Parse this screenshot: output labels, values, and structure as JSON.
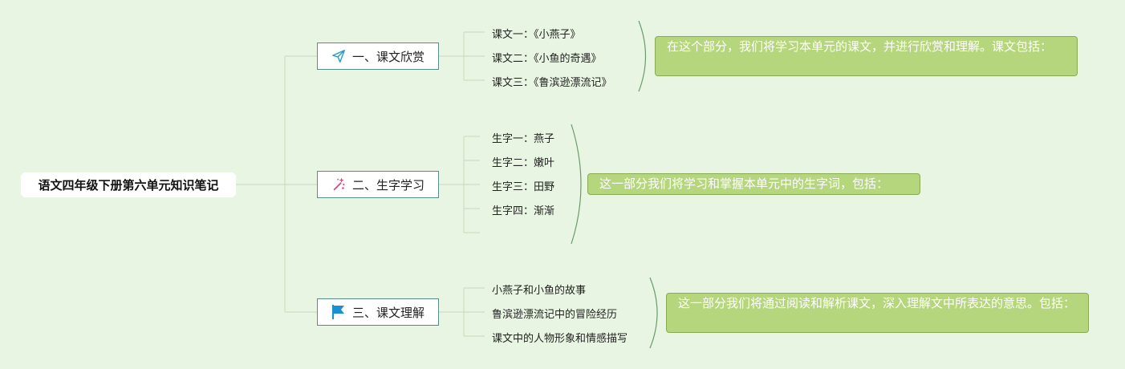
{
  "root": {
    "title": "语文四年级下册第六单元知识笔记"
  },
  "branches": [
    {
      "label": "一、课文欣赏",
      "icon": "paper-plane-icon",
      "items": [
        "课文一：《小燕子》",
        "课文二：《小鱼的奇遇》",
        "课文三：《鲁滨逊漂流记》"
      ],
      "note": "在这个部分，我们将学习本单元的课文，并进行欣赏和理解。课文包括："
    },
    {
      "label": "二、生字学习",
      "icon": "magic-wand-icon",
      "items": [
        "生字一：燕子",
        "生字二：嫩叶",
        "生字三：田野",
        "生字四：渐渐"
      ],
      "note": "这一部分我们将学习和掌握本单元中的生字词，包括："
    },
    {
      "label": "三、课文理解",
      "icon": "flag-icon",
      "items": [
        "小燕子和小鱼的故事",
        "鲁滨逊漂流记中的冒险经历",
        "课文中的人物形象和情感描写"
      ],
      "note": "这一部分我们将通过阅读和解析课文，深入理解文中所表达的意思。包括："
    }
  ],
  "colors": {
    "background": "#e9f5e3",
    "connector": "#c9dfc0",
    "branch_border": "#5a8c8a",
    "note_fill": "#b5d67c",
    "note_border": "#8aab55",
    "brace": "#6a9a6a",
    "icon_plane": "#2a9fbf",
    "icon_wand": "#e0457b",
    "icon_flag": "#1a8fd6"
  }
}
